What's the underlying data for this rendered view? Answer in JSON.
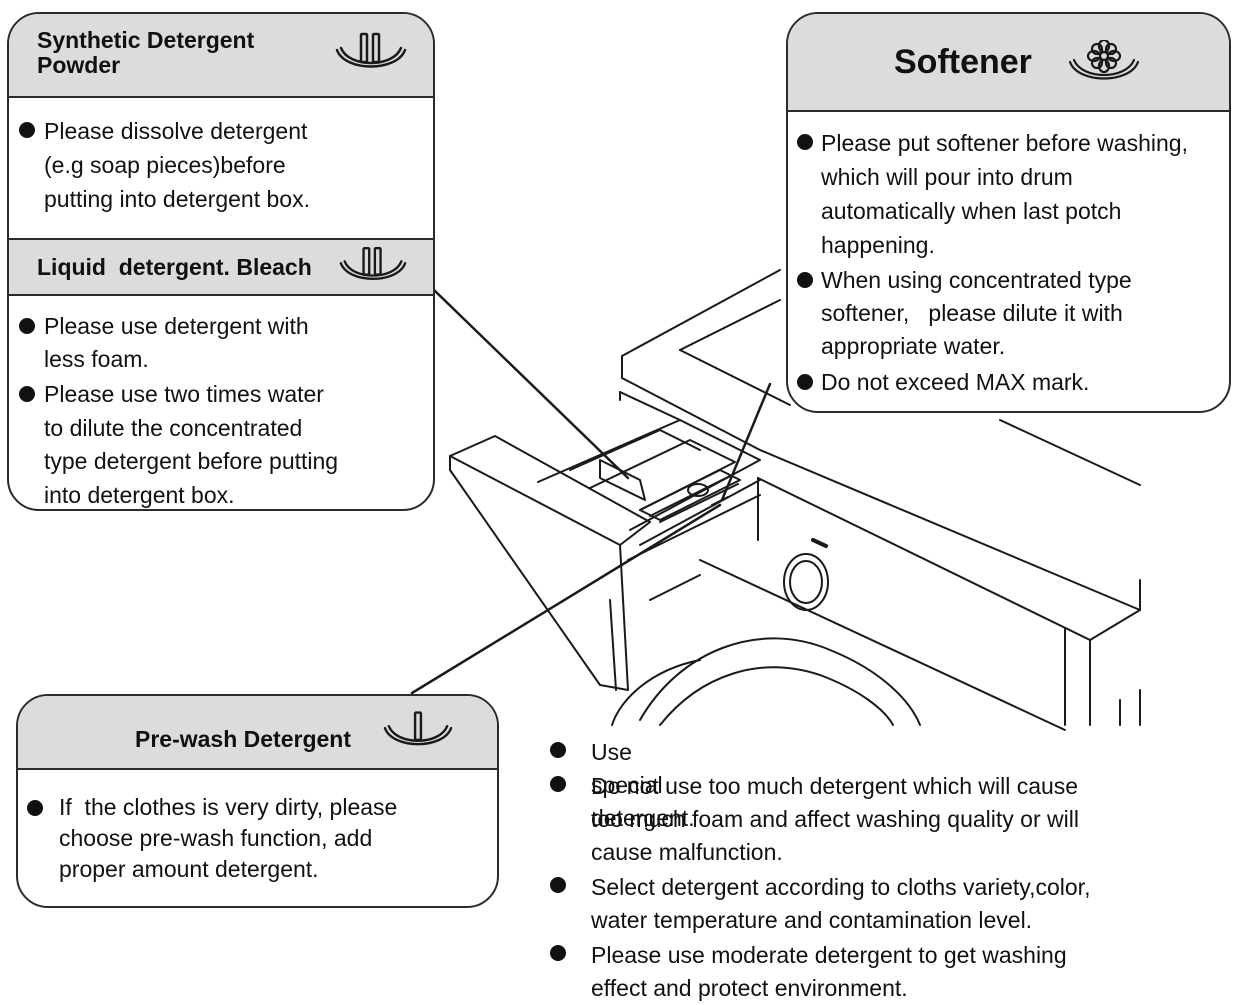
{
  "synthetic_powder": {
    "title": "Synthetic Detergent\nPowder",
    "icon": "compartment-ii-icon",
    "bullets": [
      "Please dissolve detergent\n(e.g soap pieces)before\nputting into detergent box."
    ]
  },
  "liquid_bleach": {
    "title": "Liquid  detergent. Bleach",
    "icon": "compartment-ii-icon",
    "bullets": [
      "Please use detergent with\nless foam.",
      "Please use two times water\nto dilute the concentrated\ntype detergent before putting\ninto detergent box."
    ]
  },
  "softener": {
    "title": "Softener",
    "icon": "flower-icon",
    "bullets": [
      "Please put softener before washing,\nwhich will pour into drum\nautomatically when last potch\nhappening.",
      "When using concentrated type\nsoftener,   please dilute it with\nappropriate water.",
      "Do not exceed MAX mark."
    ]
  },
  "prewash": {
    "title": "Pre-wash Detergent",
    "icon": "compartment-i-icon",
    "bullets": [
      "If  the clothes is very dirty, please\nchoose pre-wash function, add\nproper amount detergent."
    ]
  },
  "general_notes": [
    "Use special detergent.",
    "Do not use too much detergent which will cause\ntoo much foam and affect washing quality or will\ncause malfunction.",
    "Select detergent according to cloths variety,color,\nwater temperature and contamination level.",
    "Please use moderate detergent to get washing\neffect and protect environment."
  ],
  "colors": {
    "header_fill": "#dcdcdc",
    "stroke": "#2b2b2b",
    "text": "#111111"
  }
}
